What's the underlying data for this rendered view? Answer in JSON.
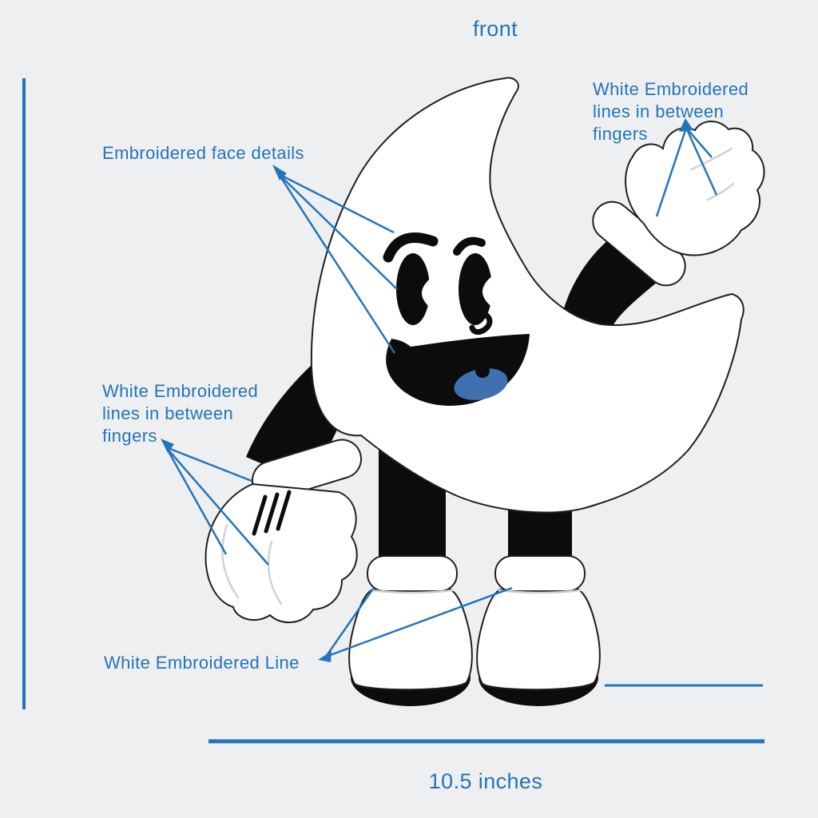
{
  "diagram": {
    "view_label": "front",
    "dimension_width": "10.5 inches",
    "annotations": {
      "face": "Embroidered face details",
      "right_hand": "White Embroidered lines in between fingers",
      "left_hand": "White Embroidered lines in between fingers",
      "shoes": "White Embroidered Line"
    },
    "colors": {
      "background": "#edeff1",
      "annotation_blue": "#2574b8",
      "character_outline": "#1f1f1f",
      "character_black": "#0c0c0c",
      "character_white": "#ffffff",
      "embroidery_gray": "#cfd3d6",
      "tongue_blue": "#4170b0"
    }
  }
}
